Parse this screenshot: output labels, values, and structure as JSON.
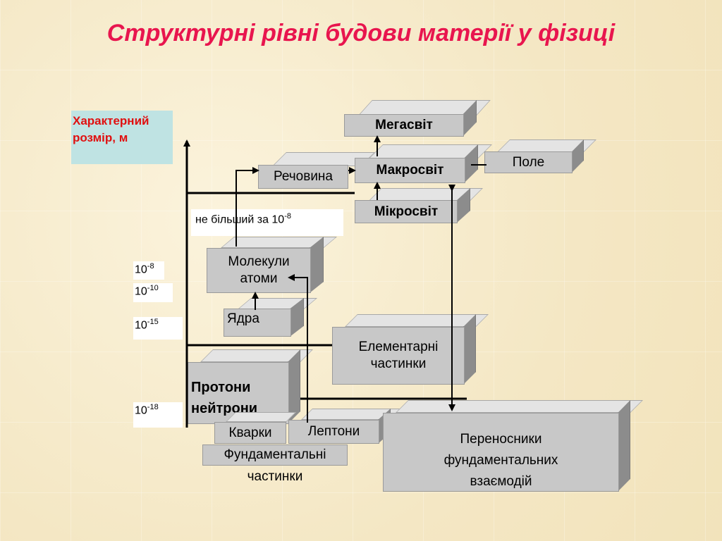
{
  "title": "Структурні рівні будови матерії у фізиці",
  "axis": {
    "label_line1": "Характерний",
    "label_line2": "розмір,  м"
  },
  "scale": {
    "s1_base": "10",
    "s1_exp": "-8",
    "s2_base": "10",
    "s2_exp": "-10",
    "s3_base": "10",
    "s3_exp": "-15",
    "s4_base": "10",
    "s4_exp": "-18"
  },
  "note": {
    "text": "не більший за 10",
    "exp": "-8"
  },
  "boxes": {
    "megasvit": "Мегасвіт",
    "rechovyna": "Речовина",
    "makrosvit": "Макросвіт",
    "pole": "Поле",
    "mikrosvit": "Мікросвіт",
    "molekuly_1": "Молекули",
    "molekuly_2": "атоми",
    "yadra": "Ядра",
    "elementarni_1": "Елементарні",
    "elementarni_2": "частинки",
    "protony_1": "Протони",
    "protony_2": "нейтрони",
    "kvarky": "Кварки",
    "leptony": "Лептони",
    "perenosnyky_1": "Переносники",
    "perenosnyky_2": "фундаментальних",
    "perenosnyky_3": "взаємодій",
    "fundamentalni_1": "Фундаментальні",
    "fundamentalni_2": "частинки"
  },
  "colors": {
    "title": "#e8154e",
    "axis_label_text": "#e01010",
    "axis_label_bg": "#bfe3e3",
    "box_front": "#c8c8c8",
    "box_top": "#e4e4e4",
    "box_side": "#8c8c8c"
  }
}
